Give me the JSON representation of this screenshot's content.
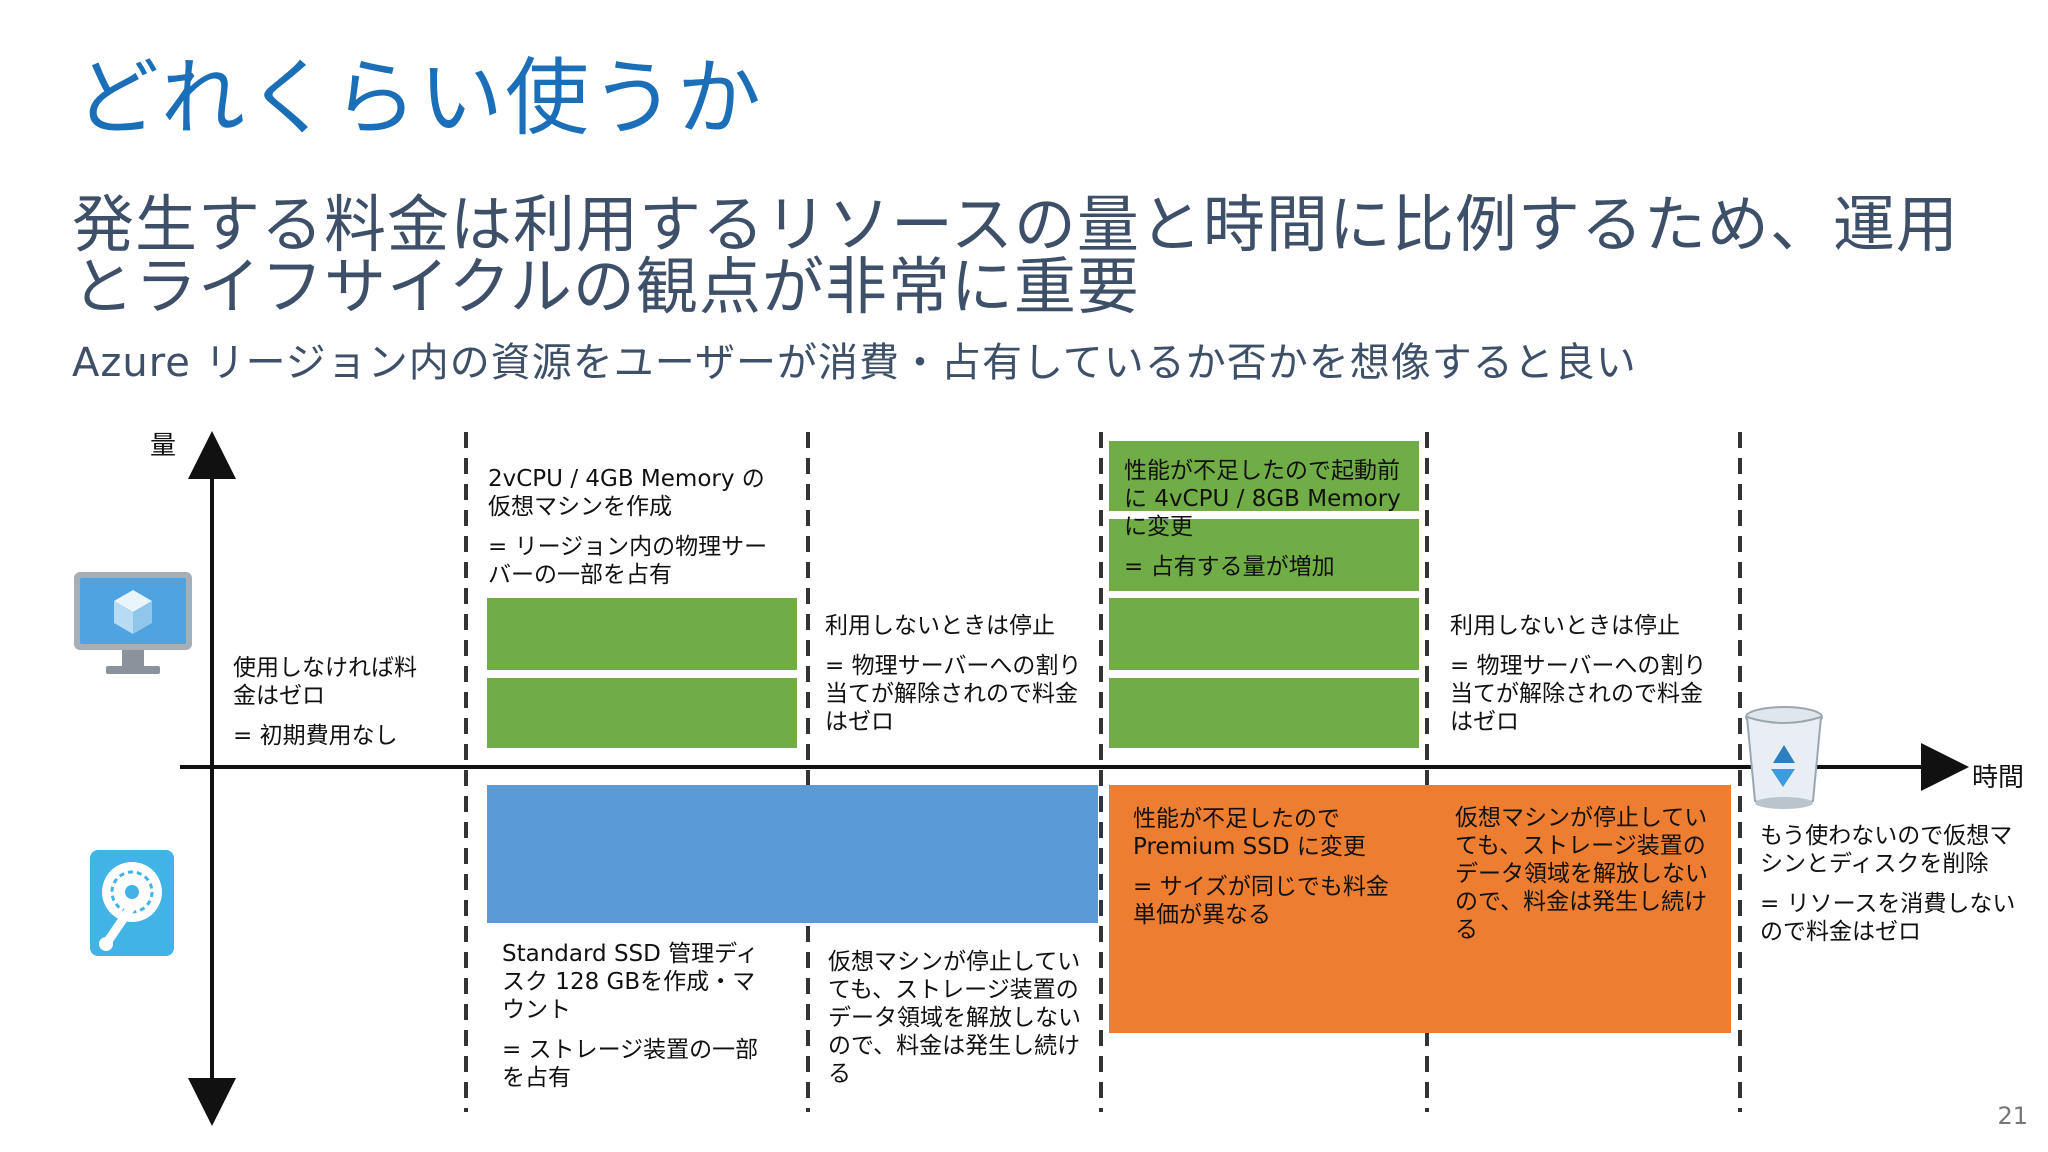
{
  "title": "どれくらい使うか",
  "subtitle": {
    "line1": "発生する料金は利用するリソースの量と時間に比例するため、運用",
    "line2": "とライフサイクルの観点が非常に重要"
  },
  "caption": "Azure リージョン内の資源をユーザーが消費・占有しているか否かを想像すると良い",
  "axes": {
    "y_label": "量",
    "x_label": "時間"
  },
  "icons": {
    "vm": "virtual-machine-icon",
    "disk": "managed-disk-icon",
    "trash": "recycle-bin-icon"
  },
  "colors": {
    "vm_block": "#70ad47",
    "disk_standard": "#5b9bd5",
    "disk_premium": "#ed7d31"
  },
  "notes": {
    "phase0_upper": {
      "line1": "使用しなければ料金はゼロ",
      "line2": "= 初期費用なし"
    },
    "phase1_upper": {
      "line1": "2vCPU / 4GB Memory の仮想マシンを作成",
      "line2": "= リージョン内の物理サーバーの一部を占有"
    },
    "phase1_lower": {
      "line1": "Standard SSD 管理ディスク 128 GBを作成・マウント",
      "line2": "= ストレージ装置の一部を占有"
    },
    "phase2_upper": {
      "line1": "利用しないときは停止",
      "line2": "= 物理サーバーへの割り当てが解除されので料金はゼロ"
    },
    "phase2_lower": {
      "line1": "仮想マシンが停止していても、ストレージ装置のデータ領域を解放しないので、料金は発生し続ける"
    },
    "phase3_upper": {
      "line1": "性能が不足したので起動前に 4vCPU / 8GB Memory に変更",
      "line2": "= 占有する量が増加"
    },
    "phase3_lower": {
      "line1": "性能が不足したので Premium SSD に変更",
      "line2": "= サイズが同じでも料金単価が異なる"
    },
    "phase4_upper": {
      "line1": "利用しないときは停止",
      "line2": "= 物理サーバーへの割り当てが解除されので料金はゼロ"
    },
    "phase4_lower": {
      "line1": "仮想マシンが停止していても、ストレージ装置のデータ領域を解放しないので、料金は発生し続ける"
    },
    "phase5": {
      "line1": "もう使わないので仮想マシンとディスクを削除",
      "line2": "= リソースを消費しないので料金はゼロ"
    }
  },
  "page_number": "21"
}
